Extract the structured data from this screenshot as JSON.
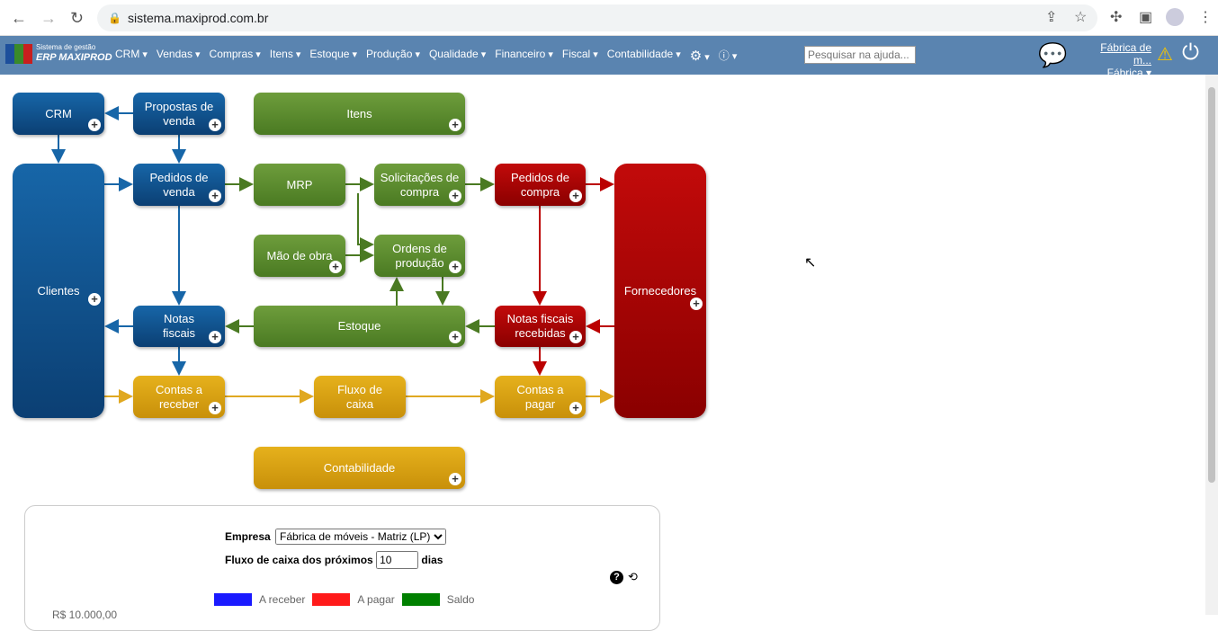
{
  "browser": {
    "url": "sistema.maxiprod.com.br"
  },
  "app": {
    "brand_small": "Sistema de gestão",
    "brand": "ERP MAXIPROD",
    "menu": [
      "CRM",
      "Vendas",
      "Compras",
      "Itens",
      "Estoque",
      "Produção",
      "Qualidade",
      "Financeiro",
      "Fiscal",
      "Contabilidade"
    ],
    "search_placeholder": "Pesquisar na ajuda...",
    "company_link": "Fábrica de m...",
    "company_unit": "Fábrica"
  },
  "flow": {
    "crm": "CRM",
    "propostas": "Propostas de venda",
    "itens": "Itens",
    "clientes": "Clientes",
    "pedidos_venda": "Pedidos de venda",
    "mrp": "MRP",
    "solicitacoes": "Solicitações de compra",
    "pedidos_compra": "Pedidos de compra",
    "fornecedores": "Fornecedores",
    "mao_obra": "Mão de obra",
    "ordens": "Ordens de produção",
    "notas": "Notas fiscais",
    "estoque": "Estoque",
    "notas_recebidas": "Notas fiscais recebidas",
    "contas_receber": "Contas a receber",
    "fluxo": "Fluxo de caixa",
    "contas_pagar": "Contas a pagar",
    "contabilidade": "Contabilidade"
  },
  "cashflow": {
    "empresa_label": "Empresa",
    "empresa_value": "Fábrica de móveis - Matriz (LP)",
    "days_label": "Fluxo de caixa dos próximos",
    "days_value": "10",
    "days_suffix": "dias",
    "legend": [
      {
        "label": "A receber",
        "color": "#1a1aff"
      },
      {
        "label": "A pagar",
        "color": "#ff1a1a"
      },
      {
        "label": "Saldo",
        "color": "#008000"
      }
    ],
    "y_tick": "R$ 10.000,00"
  }
}
